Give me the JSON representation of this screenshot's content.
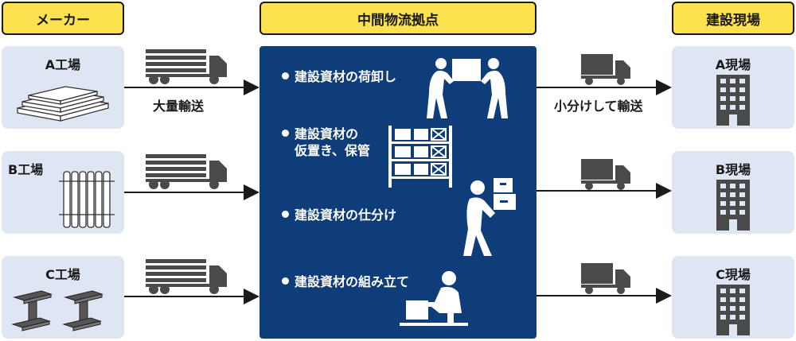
{
  "headers": {
    "maker": "メーカー",
    "hub": "中間物流拠点",
    "site": "建設現場"
  },
  "factories": [
    {
      "label": "A工場",
      "material": "lumber-stack-icon"
    },
    {
      "label": "B工場",
      "material": "rebar-bundle-icon"
    },
    {
      "label": "C工場",
      "material": "steel-beam-icon"
    }
  ],
  "sites": [
    {
      "label": "A現場"
    },
    {
      "label": "B現場"
    },
    {
      "label": "C現場"
    }
  ],
  "hub_items": [
    {
      "lines": [
        "建設資材の荷卸し"
      ],
      "icon": "unloading-workers-icon"
    },
    {
      "lines": [
        "建設資材の",
        "仮置き、保管"
      ],
      "icon": "storage-rack-icon"
    },
    {
      "lines": [
        "建設資材の仕分け"
      ],
      "icon": "sorting-worker-icon"
    },
    {
      "lines": [
        "建設資材の組み立て"
      ],
      "icon": "assembly-worker-icon"
    }
  ],
  "arrow_labels": {
    "inbound": "大量輸送",
    "outbound": "小分けして輸送"
  },
  "colors": {
    "header_yellow": "#fde24f",
    "card_blue": "#dfe6f3",
    "hub_navy": "#0f3d7a",
    "icon_gray": "#4a4a4a"
  }
}
